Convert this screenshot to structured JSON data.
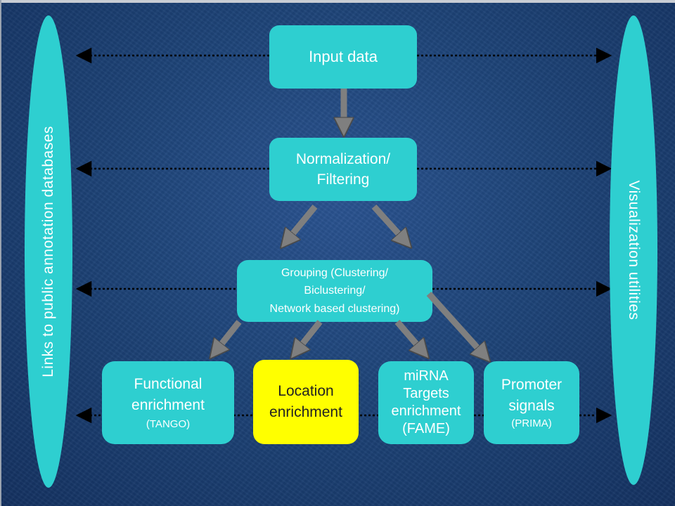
{
  "side_panels": {
    "left_label": "Links to public annotation databases",
    "right_label": "Visualization utilities"
  },
  "nodes": {
    "input": "Input data",
    "normalization": [
      "Normalization/",
      "Filtering"
    ],
    "grouping": [
      "Grouping (Clustering/",
      "Biclustering/",
      "Network based clustering)"
    ],
    "functional": {
      "lines": [
        "Functional",
        "enrichment"
      ],
      "sub": "(TANGO)"
    },
    "location": {
      "lines": [
        "Location",
        "enrichment"
      ]
    },
    "mirna": {
      "lines": [
        "miRNA",
        "Targets",
        "enrichment",
        "(FAME)"
      ]
    },
    "promoter": {
      "lines": [
        "Promoter",
        "signals"
      ],
      "sub": "(PRIMA)"
    }
  },
  "colors": {
    "background": "#1e4478",
    "box": "#2ecfd0",
    "highlight_box": "#ffff00",
    "arrow": "#7f7f7f",
    "link_line": "#000000"
  }
}
